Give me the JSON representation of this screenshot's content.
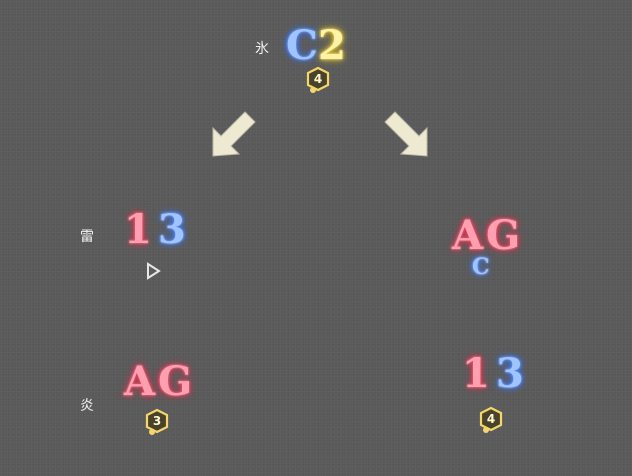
{
  "labels": {
    "ice": "氷",
    "thunder": "雷",
    "fire": "炎"
  },
  "nodes": {
    "top": {
      "glyph_a": "C",
      "glyph_b": "2",
      "badge": "4"
    },
    "left_mid": {
      "glyph_a": "1",
      "glyph_b": "3"
    },
    "right_mid": {
      "glyph_a": "A",
      "glyph_b": "G",
      "sub": "C"
    },
    "left_bottom": {
      "glyph_a": "A",
      "glyph_b": "G",
      "badge": "3"
    },
    "right_bottom": {
      "glyph_a": "1",
      "glyph_b": "3",
      "badge": "4"
    }
  },
  "icons": {
    "arrows": "arrow-down-icon",
    "badges": "hexagon-badge-icon",
    "triangle": "triangle-outline-icon"
  },
  "colors": {
    "blue": "#3a78ff",
    "red": "#e8304e",
    "yellow": "#e0c020",
    "background": "#5a5a5a"
  }
}
